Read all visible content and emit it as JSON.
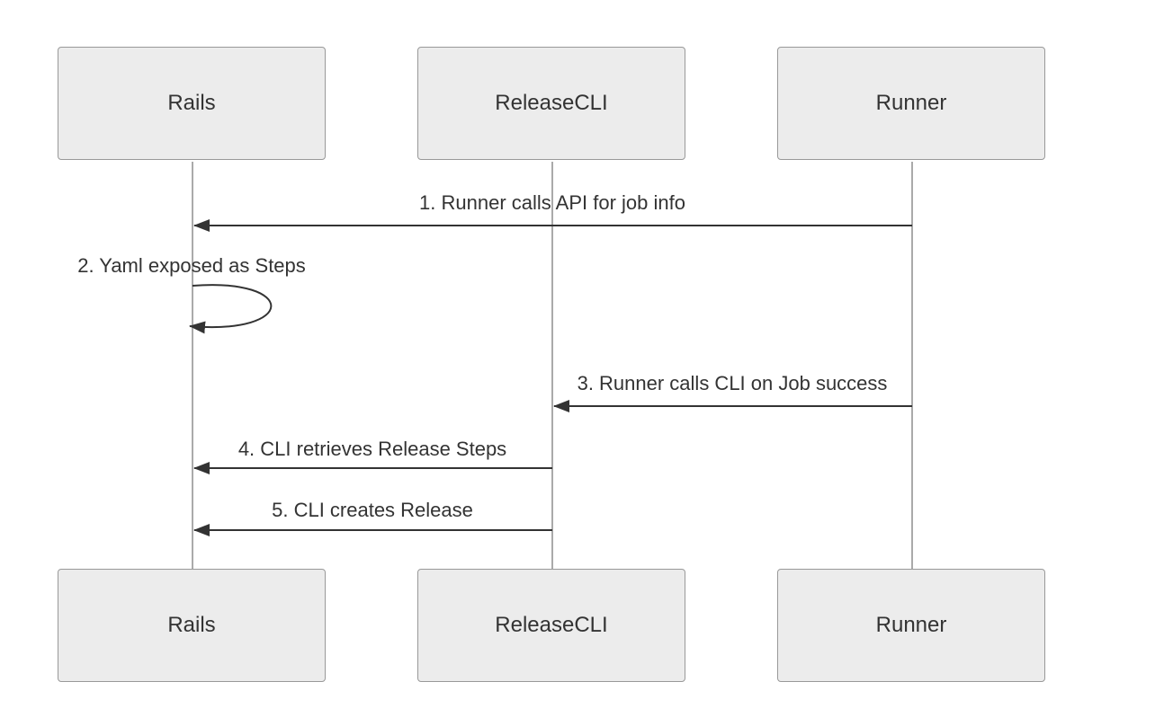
{
  "diagram_type": "sequence",
  "actors": [
    {
      "name": "Rails"
    },
    {
      "name": "ReleaseCLI"
    },
    {
      "name": "Runner"
    }
  ],
  "messages": [
    {
      "label": "1. Runner calls API for job info",
      "from": "Runner",
      "to": "Rails",
      "style": "solid-arrow"
    },
    {
      "label": "2. Yaml exposed as Steps",
      "from": "Rails",
      "to": "Rails",
      "style": "self-loop"
    },
    {
      "label": "3. Runner calls CLI on Job success",
      "from": "Runner",
      "to": "ReleaseCLI",
      "style": "solid-arrow"
    },
    {
      "label": "4. CLI retrieves Release Steps",
      "from": "ReleaseCLI",
      "to": "Rails",
      "style": "solid-arrow"
    },
    {
      "label": "5. CLI creates Release",
      "from": "ReleaseCLI",
      "to": "Rails",
      "style": "solid-arrow"
    }
  ],
  "colors": {
    "background": "#ffffff",
    "actor_fill": "#ececec",
    "actor_border": "#999999",
    "lifeline": "#aaaaaa",
    "arrow": "#333333",
    "text": "#333333"
  }
}
